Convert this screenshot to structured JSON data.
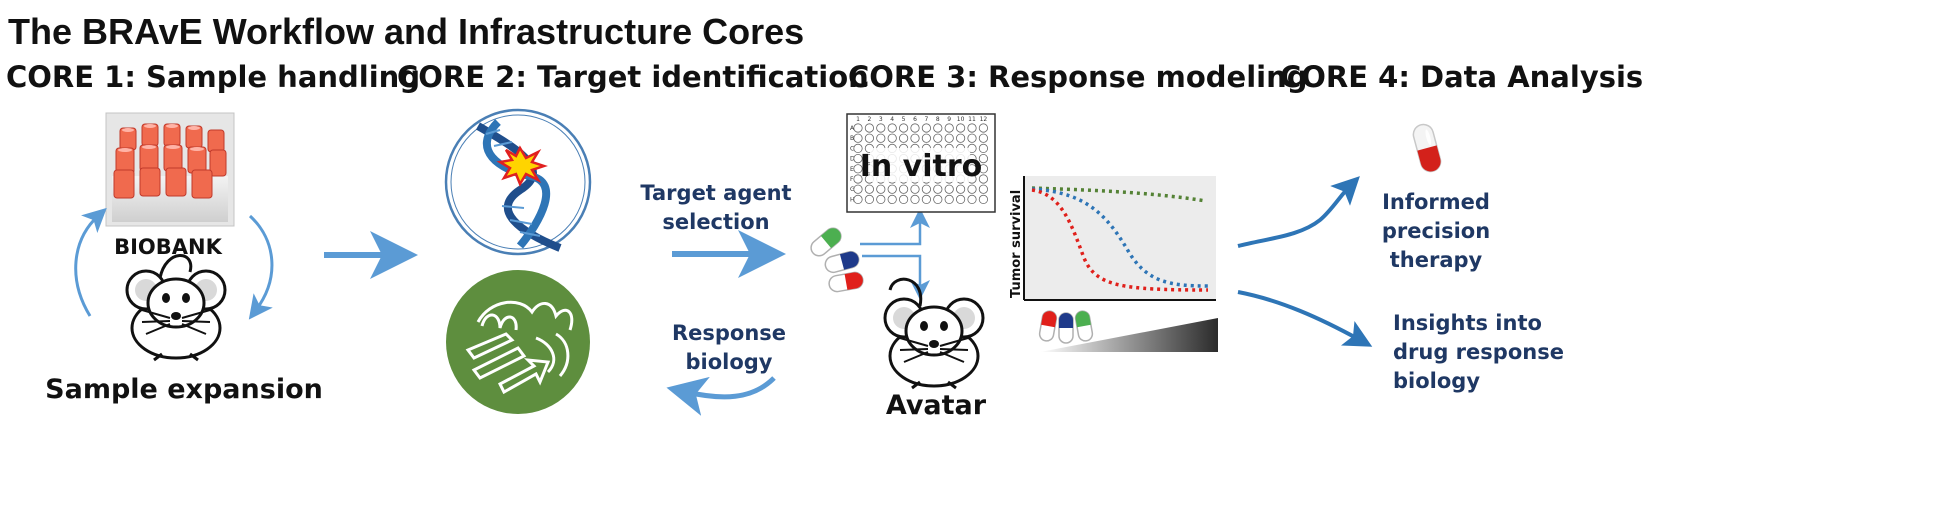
{
  "title": "The BRAvE Workflow and Infrastructure Cores",
  "cores": {
    "core1": "CORE 1: Sample handling",
    "core2": "CORE 2: Target identification",
    "core3": "CORE 3: Response modeling",
    "core4": "CORE 4: Data Analysis"
  },
  "labels": {
    "biobank": "BIOBANK",
    "sample_expansion": "Sample expansion",
    "target_agent_line1": "Target agent",
    "target_agent_line2": "selection",
    "response_line1": "Response",
    "response_line2": "biology",
    "in_vitro": "In vitro",
    "avatar": "Avatar",
    "tumor_survival": "Tumor survival",
    "informed_line1": "Informed",
    "informed_line2": "precision",
    "informed_line3": "therapy",
    "insights_line1": "Insights into",
    "insights_line2": "drug response",
    "insights_line3": "biology"
  },
  "plate": {
    "columns": [
      "1",
      "2",
      "3",
      "4",
      "5",
      "6",
      "7",
      "8",
      "9",
      "10",
      "11",
      "12"
    ],
    "rows": [
      "A",
      "B",
      "C",
      "D",
      "E",
      "F",
      "G",
      "H"
    ]
  },
  "colors": {
    "arrow_blue": "#5b9bd5",
    "label_navy": "#1f3864",
    "curve_green": "#548235",
    "curve_blue": "#2e75b6",
    "curve_red": "#e0201b",
    "protein_green": "#5e8e3e"
  }
}
